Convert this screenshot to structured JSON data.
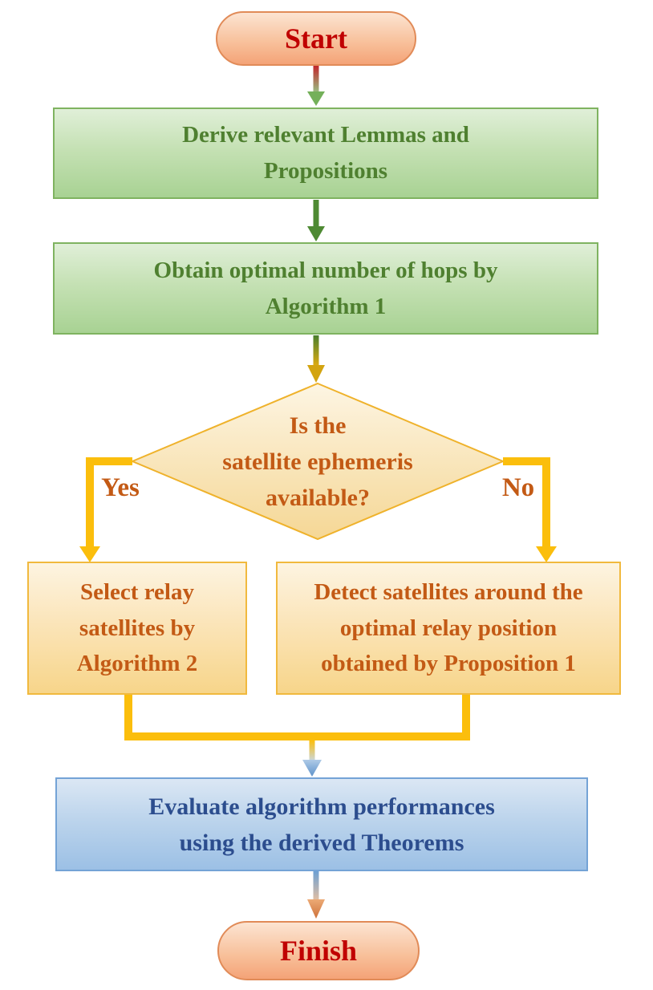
{
  "nodes": {
    "start": {
      "shape": "terminator",
      "label": "Start"
    },
    "derive": {
      "shape": "process",
      "lines": [
        "Derive relevant Lemmas and",
        "Propositions"
      ]
    },
    "obtain": {
      "shape": "process",
      "lines": [
        "Obtain optimal number of hops by",
        "Algorithm 1"
      ]
    },
    "decision": {
      "shape": "decision",
      "lines": [
        "Is the",
        "satellite ephemeris",
        "available?"
      ]
    },
    "branch_yes": {
      "label": "Yes"
    },
    "branch_no": {
      "label": "No"
    },
    "select": {
      "shape": "process",
      "lines": [
        "Select relay",
        "satellites by",
        "Algorithm 2"
      ]
    },
    "detect": {
      "shape": "process",
      "lines": [
        "Detect satellites around the",
        "optimal relay position",
        "obtained by Proposition 1"
      ]
    },
    "evaluate": {
      "shape": "process",
      "lines": [
        "Evaluate algorithm performances",
        "using the derived Theorems"
      ]
    },
    "finish": {
      "shape": "terminator",
      "label": "Finish"
    }
  },
  "edges": [
    {
      "from": "start",
      "to": "derive"
    },
    {
      "from": "derive",
      "to": "obtain"
    },
    {
      "from": "obtain",
      "to": "decision"
    },
    {
      "from": "decision",
      "to": "select",
      "label": "Yes"
    },
    {
      "from": "decision",
      "to": "detect",
      "label": "No"
    },
    {
      "from": "select",
      "to": "evaluate"
    },
    {
      "from": "detect",
      "to": "evaluate"
    },
    {
      "from": "evaluate",
      "to": "finish"
    }
  ],
  "colors": {
    "terminator_fill_top": "#fce4d2",
    "terminator_fill_bottom": "#f4a377",
    "terminator_border": "#e18b58",
    "terminator_text": "#c00000",
    "green_fill_top": "#e0efd8",
    "green_fill_bottom": "#a8d293",
    "green_border": "#7fb360",
    "green_text": "#4f8030",
    "amber_fill_top": "#fdf4e1",
    "amber_fill_bottom": "#f7d58a",
    "amber_border": "#f1b93e",
    "amber_text": "#c35a15",
    "decision_fill_top": "#fdf5e3",
    "decision_fill_bottom": "#f5d795",
    "blue_fill_top": "#dbe7f4",
    "blue_fill_bottom": "#9cc0e5",
    "blue_border": "#74a3d6",
    "blue_text": "#2c4d8e",
    "arrow_red": "#c1262c",
    "arrow_green": "#4e8a33",
    "arrow_gold": "#fbbe0c",
    "arrow_blue": "#5e92ca"
  }
}
